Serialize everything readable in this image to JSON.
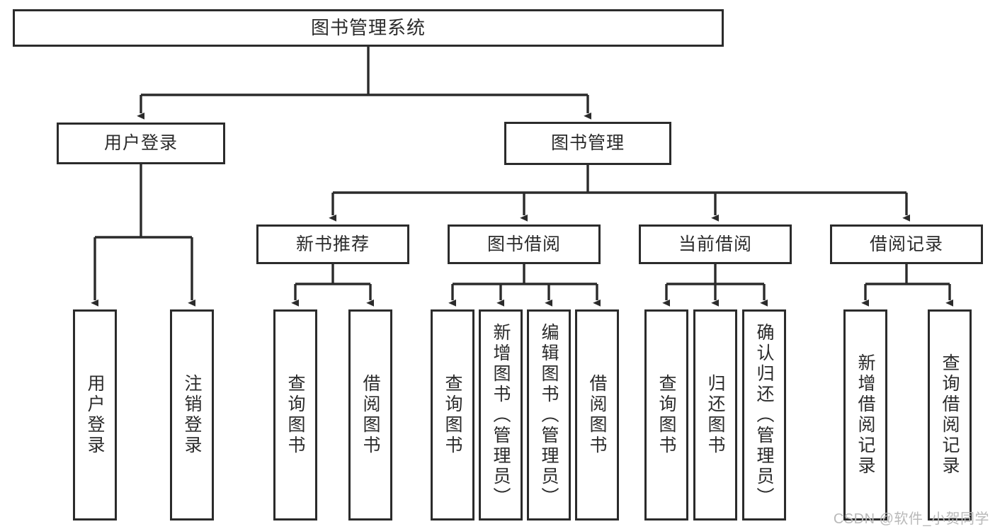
{
  "diagram": {
    "title": "图书管理系统",
    "type": "tree",
    "watermark": "CSDN @软件_小贺同学",
    "colors": {
      "stroke": "#2b2b2b",
      "fill": "#ffffff",
      "text": "#2b2b2b",
      "watermark": "#b9b9b9"
    },
    "root": {
      "label": "图书管理系统"
    },
    "level2": [
      {
        "label": "用户登录"
      },
      {
        "label": "图书管理"
      }
    ],
    "level3": [
      {
        "label": "新书推荐"
      },
      {
        "label": "图书借阅"
      },
      {
        "label": "当前借阅"
      },
      {
        "label": "借阅记录"
      }
    ],
    "leaves": {
      "user_login": [
        {
          "label": "用户登录"
        },
        {
          "label": "注销登录"
        }
      ],
      "new_book": [
        {
          "label": "查询图书"
        },
        {
          "label": "借阅图书"
        }
      ],
      "book_borrow": [
        {
          "label": "查询图书"
        },
        {
          "label": "新增图书（管理员）"
        },
        {
          "label": "编辑图书（管理员）"
        },
        {
          "label": "借阅图书"
        }
      ],
      "current_borrow": [
        {
          "label": "查询图书"
        },
        {
          "label": "归还图书"
        },
        {
          "label": "确认归还（管理员）"
        }
      ],
      "borrow_record": [
        {
          "label": "新增借阅记录"
        },
        {
          "label": "查询借阅记录"
        }
      ]
    }
  }
}
